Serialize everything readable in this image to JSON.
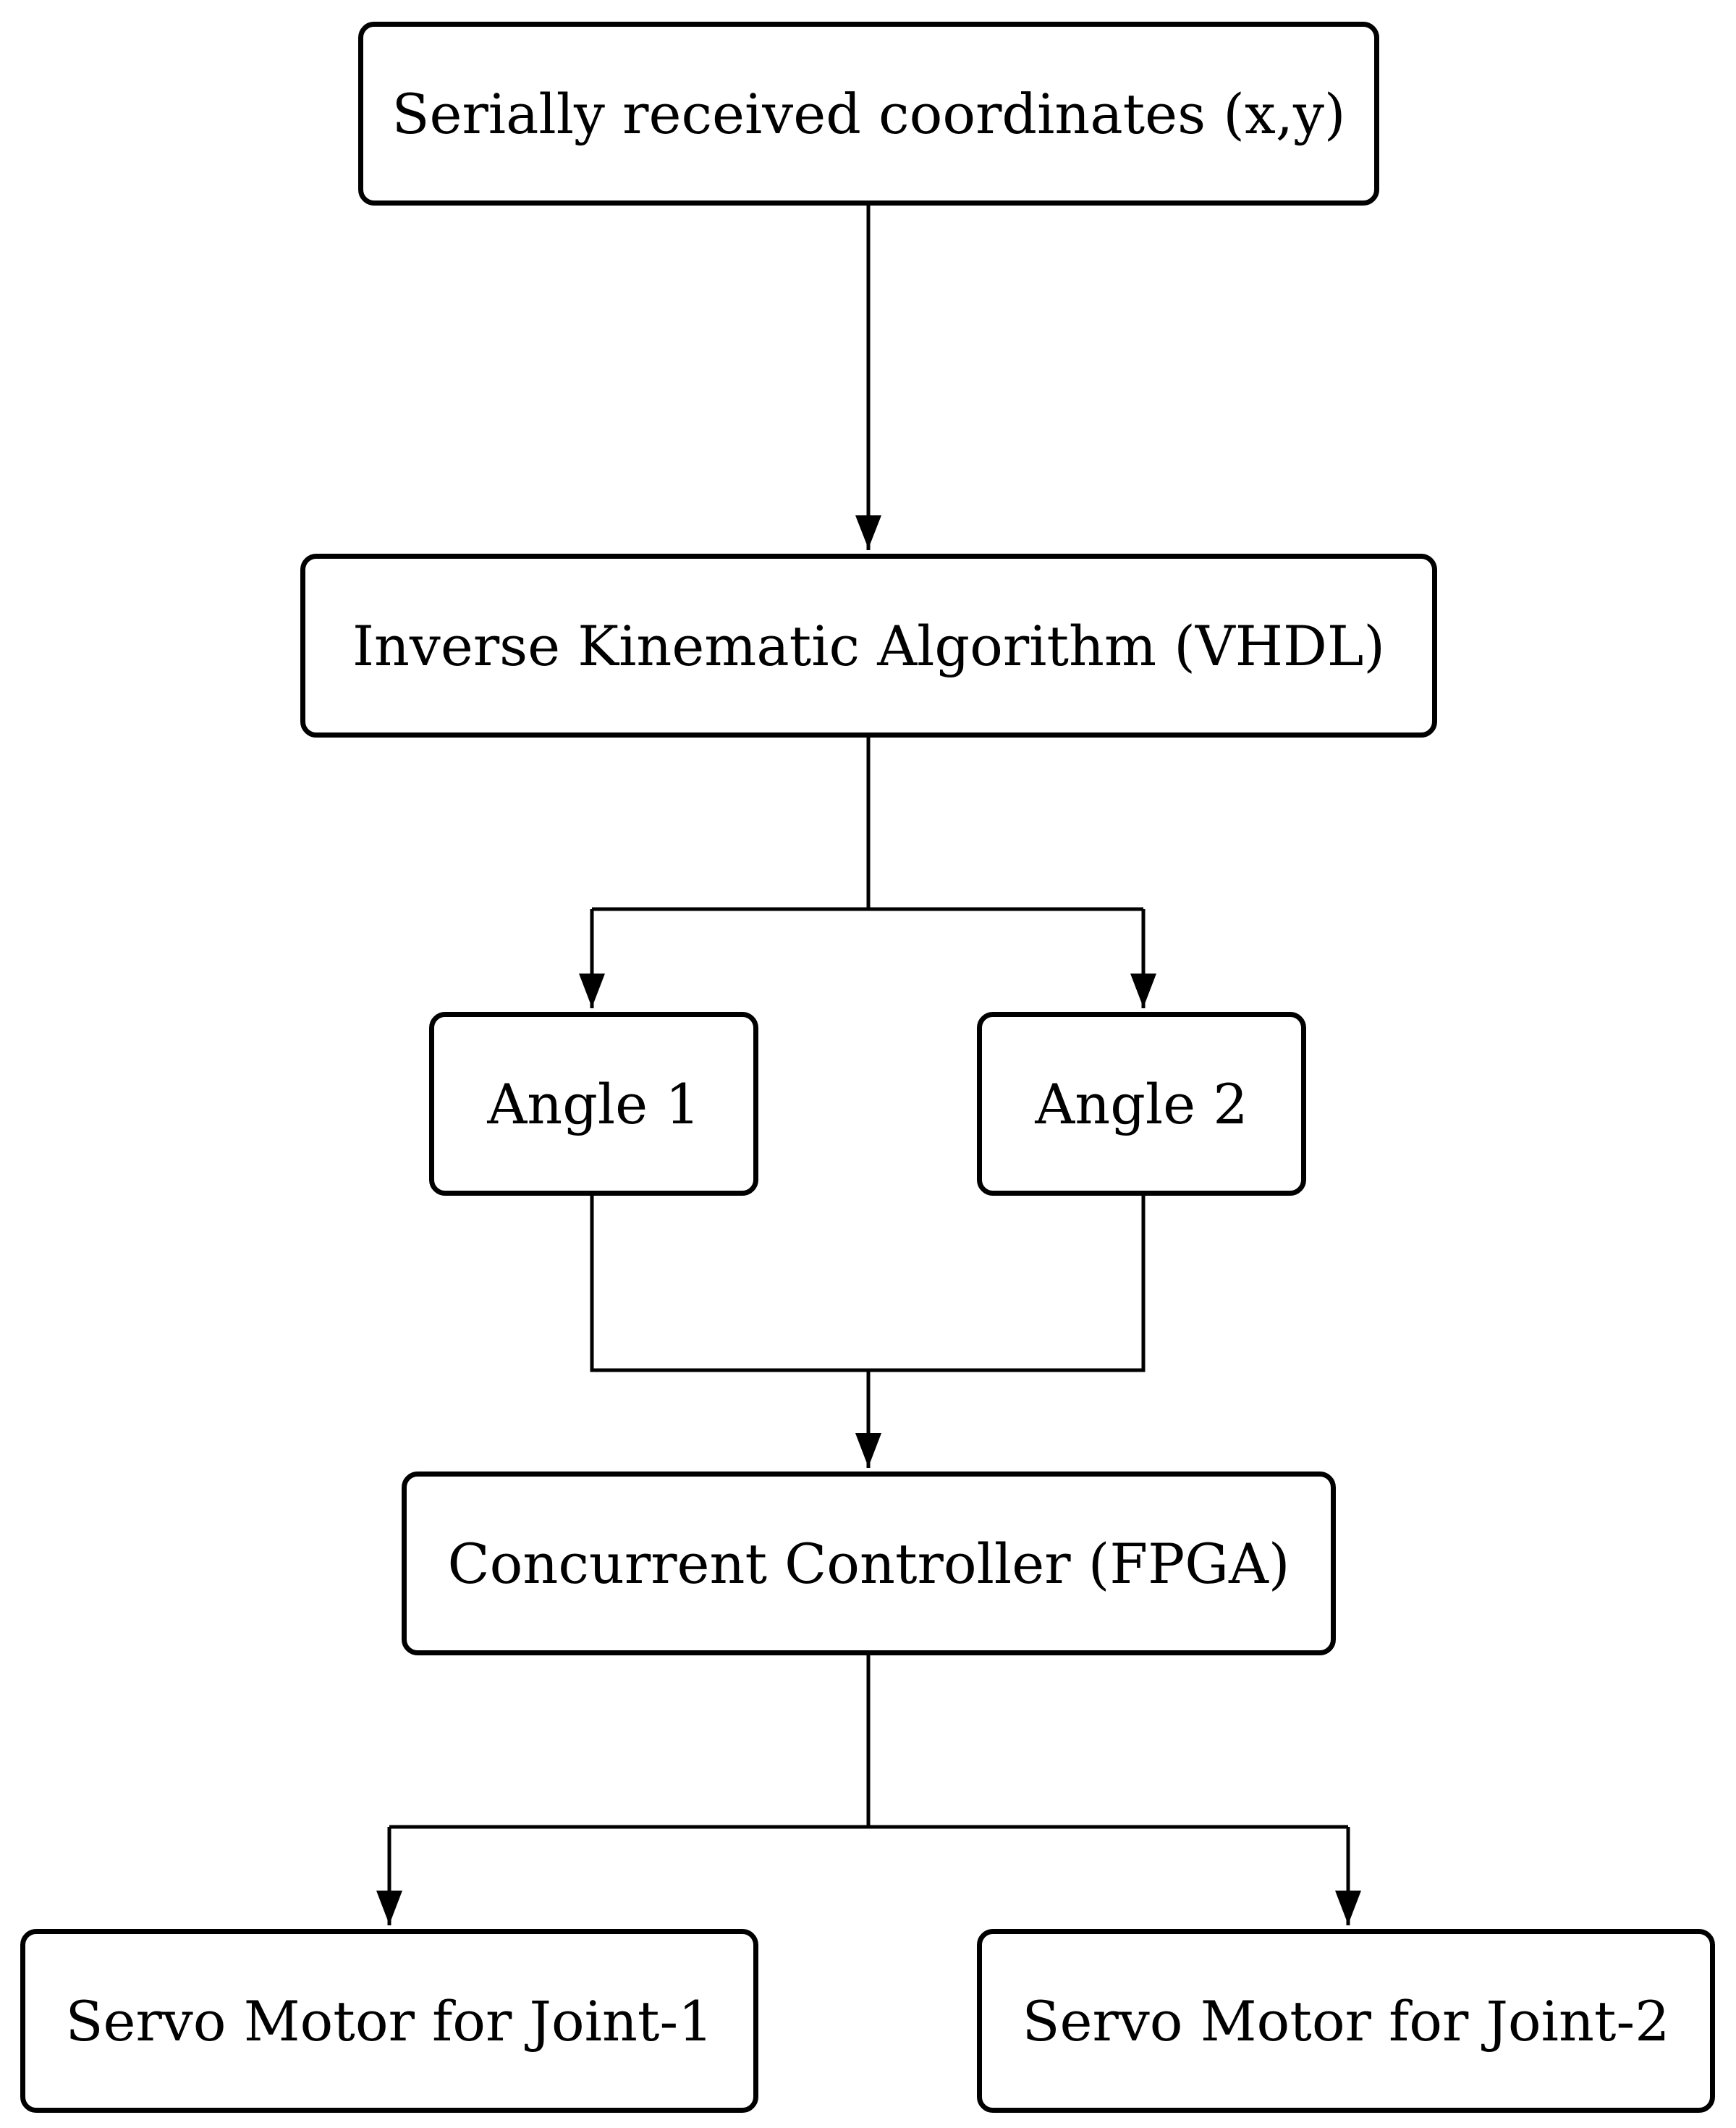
{
  "nodes": {
    "input": "Serially received coordinates (x,y)",
    "ik": "Inverse Kinematic Algorithm (VHDL)",
    "angle1": "Angle 1",
    "angle2": "Angle 2",
    "controller": "Concurrent Controller (FPGA)",
    "servo1": "Servo Motor for Joint-1",
    "servo2": "Servo Motor for Joint-2"
  },
  "colors": {
    "stroke": "#000000",
    "background": "#ffffff"
  }
}
